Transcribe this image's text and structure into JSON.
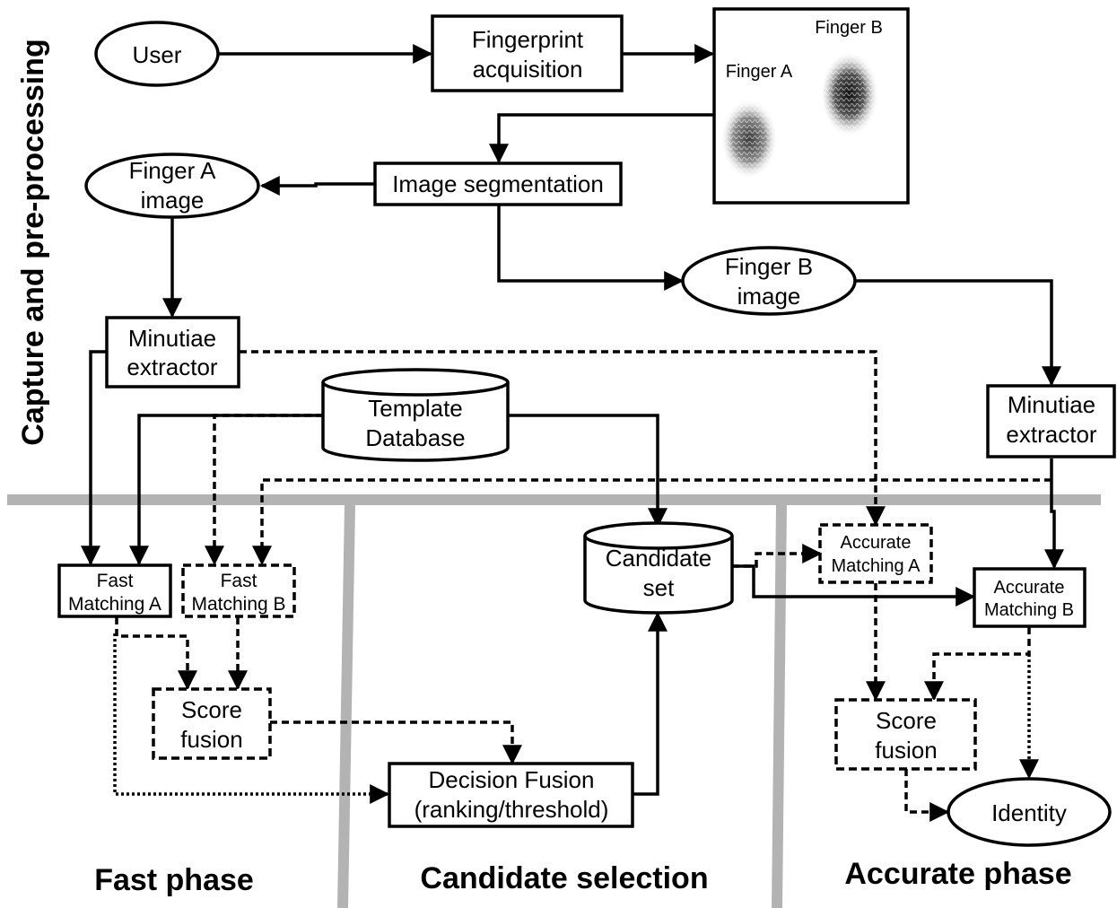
{
  "nodes": {
    "user": "User",
    "acquisition": [
      "Fingerprint",
      "acquisition"
    ],
    "finger_b_label": "Finger B",
    "finger_a_label": "Finger A",
    "segmentation": "Image segmentation",
    "finger_a_image": [
      "Finger A",
      "image"
    ],
    "finger_b_image": [
      "Finger B",
      "image"
    ],
    "minutiae_a": [
      "Minutiae",
      "extractor"
    ],
    "minutiae_b": [
      "Minutiae",
      "extractor"
    ],
    "template_db": [
      "Template",
      "Database"
    ],
    "fast_a": [
      "Fast",
      "Matching A"
    ],
    "fast_b": [
      "Fast",
      "Matching B"
    ],
    "candidate_set": [
      "Candidate",
      "set"
    ],
    "accurate_a": [
      "Accurate",
      "Matching A"
    ],
    "accurate_b": [
      "Accurate",
      "Matching B"
    ],
    "score_fusion_fast": [
      "Score",
      "fusion"
    ],
    "score_fusion_acc": [
      "Score",
      "fusion"
    ],
    "decision_fusion": [
      "Decision Fusion",
      "(ranking/threshold)"
    ],
    "identity": "Identity"
  },
  "sections": {
    "capture": "Capture and pre-processing",
    "fast": "Fast phase",
    "candidate": "Candidate selection",
    "accurate": "Accurate phase"
  },
  "colors": {
    "separator": "#b3b3b3",
    "stroke": "#000000",
    "fill": "#ffffff"
  }
}
